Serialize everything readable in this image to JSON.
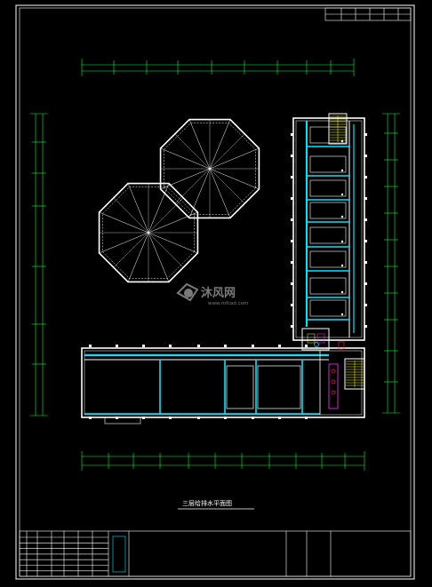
{
  "drawing": {
    "title": "三层给排水平面图",
    "watermark_brand": "沐风网",
    "watermark_url": "www.mfcad.com",
    "footer_note": "",
    "colors": {
      "background": "#000000",
      "border": "#ffffff",
      "walls": "#ffffff",
      "pipes": "#00e5ff",
      "dimensions": "#00ff33",
      "stairs": "#ffff33",
      "fixtures": "#ff33ff",
      "accent_red": "#ff2a2a",
      "watermark": "#7a7a7a"
    },
    "icons": [
      "watermark-logo-icon",
      "staircase-icon",
      "octagon-dome-icon"
    ]
  }
}
